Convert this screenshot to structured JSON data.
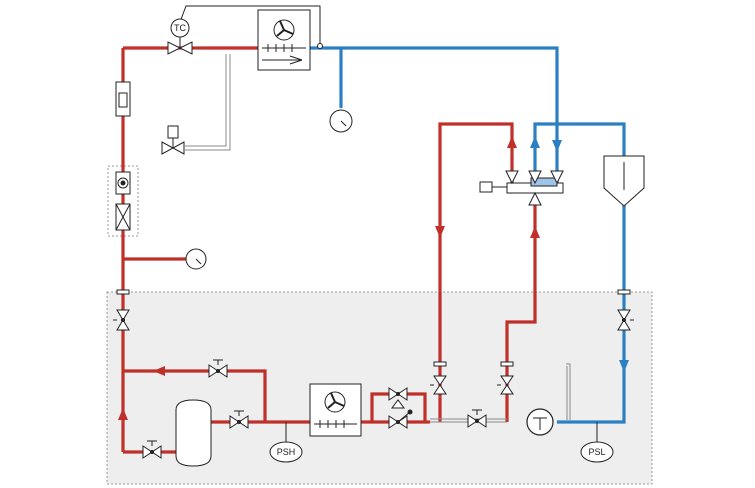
{
  "labels": {
    "temperature_controller": "TC",
    "pressure_switch_high": "PSH",
    "pressure_switch_low": "PSL"
  },
  "colors": {
    "hot_line": "#c0302a",
    "cold_line": "#2b80c3",
    "zone_fill": "#eeeeee",
    "zone_border": "#999999"
  }
}
